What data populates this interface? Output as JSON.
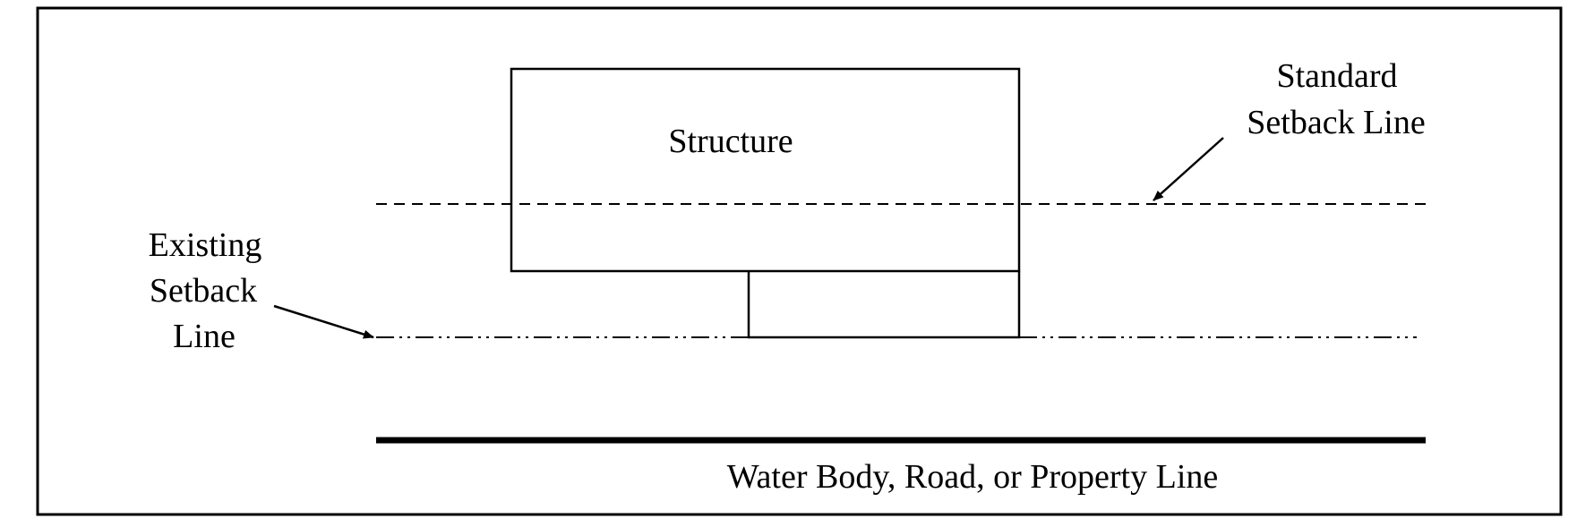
{
  "diagram": {
    "labels": {
      "structure": "Structure",
      "standard_setback": [
        "Standard",
        "Setback Line"
      ],
      "existing_setback": [
        "Existing",
        "Setback",
        "Line"
      ],
      "boundary": "Water Body, Road, or Property Line"
    },
    "colors": {
      "line": "#000000",
      "background": "#ffffff"
    }
  }
}
